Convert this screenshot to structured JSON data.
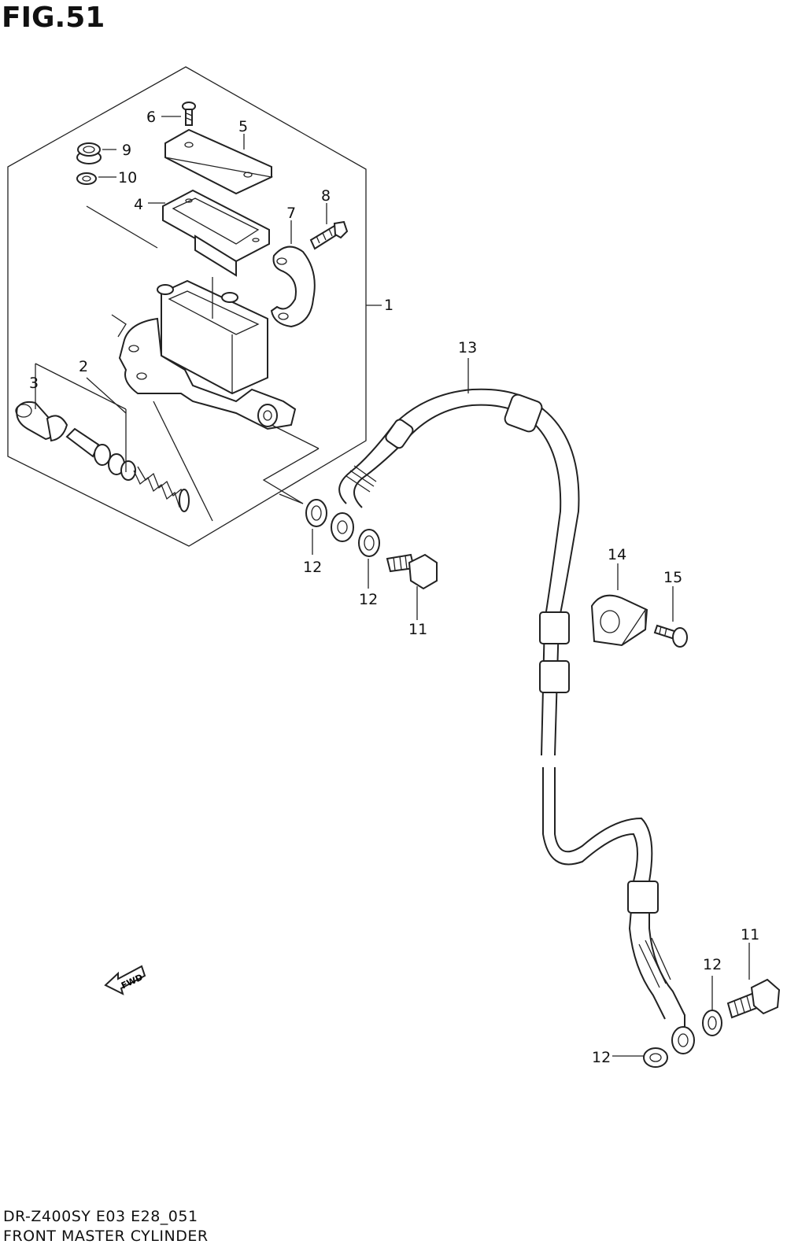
{
  "figure": {
    "title": "FIG.51",
    "model_code": "DR-Z400SY E03 E28_051",
    "name": "FRONT MASTER CYLINDER"
  },
  "callouts": {
    "c1": "1",
    "c2": "2",
    "c3": "3",
    "c4": "4",
    "c5": "5",
    "c6": "6",
    "c7": "7",
    "c8": "8",
    "c9": "9",
    "c10": "10",
    "c11a": "11",
    "c11b": "11",
    "c12a": "12",
    "c12b": "12",
    "c12c": "12",
    "c12d": "12",
    "c13": "13",
    "c14": "14",
    "c15": "15"
  },
  "fwd_marker": "FWD"
}
